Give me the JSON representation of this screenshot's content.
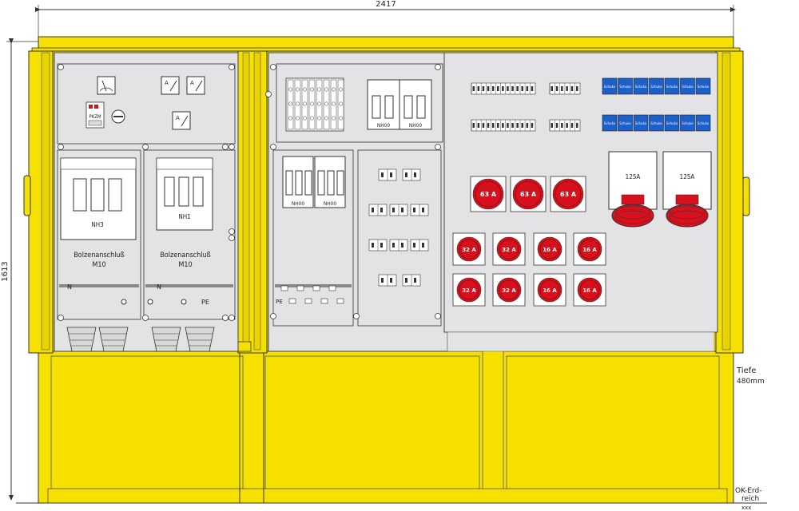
{
  "dimensions": {
    "width_label": "2417",
    "height_label": "1613",
    "depth_label_1": "Tiefe",
    "depth_label_2": "480mm",
    "ground_label_1": "OK-Erd-",
    "ground_label_2": "reich",
    "ground_hatch": "xxx"
  },
  "left_panel": {
    "meter_labels": [
      "PKZM"
    ],
    "fuse_left": "NH3",
    "fuse_right": "NH1",
    "bolt_left_1": "Bolzenanschluß",
    "bolt_left_2": "M10",
    "bolt_right_1": "Bolzenanschluß",
    "bolt_right_2": "M10",
    "n_left": "N",
    "n_right": "N",
    "pe": "PE"
  },
  "middle_panel": {
    "nh00_a": "NH00",
    "nh00_b": "NH00",
    "nh00_c": "NH00",
    "nh00_d": "NH00",
    "pe": "PE"
  },
  "right_panel": {
    "schuko_label": "Schuko",
    "socket_125_a": "125A",
    "socket_125_b": "125A",
    "sockets_63": [
      "63 A",
      "63 A",
      "63 A"
    ],
    "sockets_row1": [
      "32 A",
      "32 A",
      "16 A",
      "16 A"
    ],
    "sockets_row2": [
      "32 A",
      "32 A",
      "16 A",
      "16 A"
    ]
  },
  "colors": {
    "yellow": "#f5e000",
    "yellow_dark": "#c8b400",
    "panel_grey": "#e3e3e6",
    "socket_red": "#d6101c",
    "schuko_blue": "#1e5fc8"
  }
}
